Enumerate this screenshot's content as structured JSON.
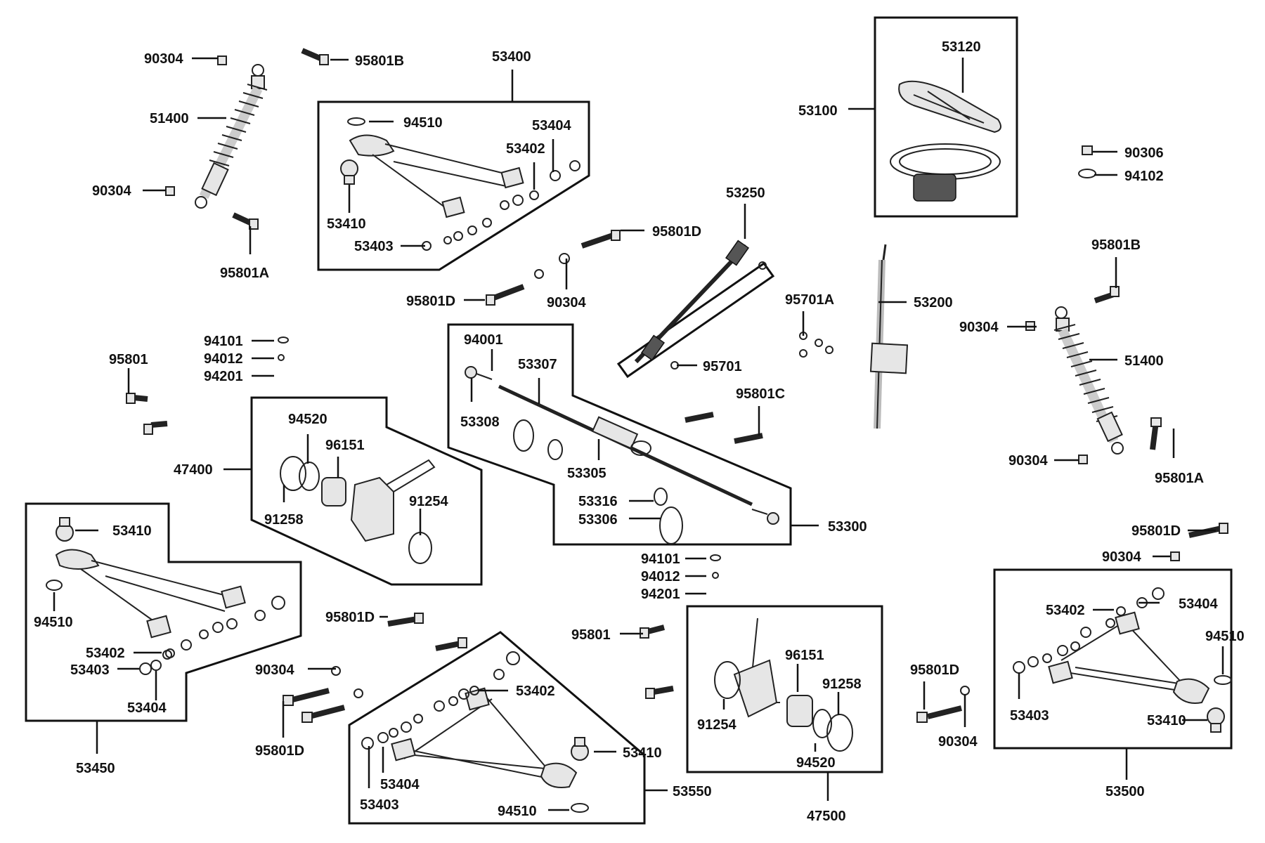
{
  "labels": {
    "l_90304_a": "90304",
    "l_95801B_a": "95801B",
    "l_51400_a": "51400",
    "l_90304_b": "90304",
    "l_95801A_a": "95801A",
    "l_53400": "53400",
    "l_94510_a": "94510",
    "l_53404_a": "53404",
    "l_53402_a": "53402",
    "l_53410_a": "53410",
    "l_53403_a": "53403",
    "l_95801D_a": "95801D",
    "l_95801D_b": "95801D",
    "l_90304_c": "90304",
    "l_53250": "53250",
    "l_53100": "53100",
    "l_53120": "53120",
    "l_90306": "90306",
    "l_94102": "94102",
    "l_95801B_b": "95801B",
    "l_53200": "53200",
    "l_95701A": "95701A",
    "l_95701": "95701",
    "l_90304_d": "90304",
    "l_51400_b": "51400",
    "l_90304_e": "90304",
    "l_95801A_b": "95801A",
    "l_95801C": "95801C",
    "l_94101_a": "94101",
    "l_94012_a": "94012",
    "l_94201_a": "94201",
    "l_95801_a": "95801",
    "l_94001": "94001",
    "l_53307": "53307",
    "l_53308": "53308",
    "l_53305": "53305",
    "l_53316": "53316",
    "l_53306": "53306",
    "l_53300": "53300",
    "l_94520_a": "94520",
    "l_96151_a": "96151",
    "l_47400": "47400",
    "l_91258_a": "91258",
    "l_91254_a": "91254",
    "l_53410_b": "53410",
    "l_94510_b": "94510",
    "l_53402_b": "53402",
    "l_53403_b": "53403",
    "l_53404_b": "53404",
    "l_53450": "53450",
    "l_95801D_c": "95801D",
    "l_90304_f": "90304",
    "l_95801D_d": "95801D",
    "l_95801_b": "95801",
    "l_53402_c": "53402",
    "l_53410_c": "53410",
    "l_53404_c": "53404",
    "l_53403_c": "53403",
    "l_53550": "53550",
    "l_94510_c": "94510",
    "l_94101_b": "94101",
    "l_94012_b": "94012",
    "l_94201_b": "94201",
    "l_96151_b": "96151",
    "l_91258_b": "91258",
    "l_91254_b": "91254",
    "l_94520_b": "94520",
    "l_47500": "47500",
    "l_95801D_e": "95801D",
    "l_90304_g": "90304",
    "l_95801D_f": "95801D",
    "l_90304_h": "90304",
    "l_53402_d": "53402",
    "l_53404_d": "53404",
    "l_94510_d": "94510",
    "l_53403_d": "53403",
    "l_53410_d": "53410",
    "l_53500": "53500"
  }
}
